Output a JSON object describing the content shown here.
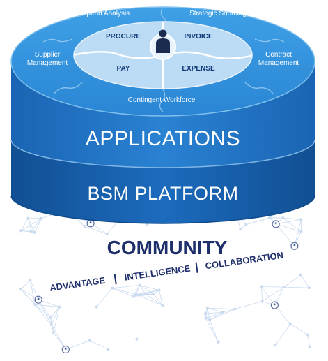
{
  "diagram": {
    "segments": {
      "spend_analysis": "Spend Analysis",
      "strategic_sourcing": "Strategic Sourcing",
      "supplier_management": [
        "Supplier",
        "Management"
      ],
      "contract_management": [
        "Contract",
        "Management"
      ],
      "contingent_workforce": "Contingent Workforce"
    },
    "core": {
      "procure": "PROCURE",
      "invoice": "INVOICE",
      "pay": "PAY",
      "expense": "EXPENSE"
    },
    "layers": {
      "applications": "APPLICATIONS",
      "platform": "BSM PLATFORM"
    },
    "community": {
      "title": "COMMUNITY",
      "pillars": [
        "ADVANTAGE",
        "INTELLIGENCE",
        "COLLABORATION"
      ],
      "separator": "|"
    },
    "icons": [
      "person-icon",
      "network-node-icon"
    ],
    "colors": {
      "top_surface": "#2f8fdc",
      "core_surface": "#bcdcf6",
      "applications_band": "#1f73c4",
      "platform_band": "#155ea8",
      "community_text": "#1f2f6b",
      "network": "#c9daef"
    }
  }
}
